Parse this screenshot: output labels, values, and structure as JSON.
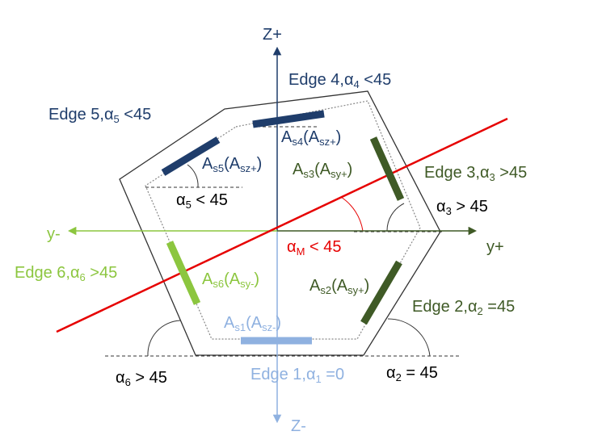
{
  "axes": {
    "z_plus": "Z+",
    "z_minus": "Z-",
    "y_plus": "y+",
    "y_minus": "y-"
  },
  "edges": [
    {
      "name": "Edge 1,",
      "alpha": "α",
      "sub": "1",
      "cond": " =0",
      "color": "#8fb1e0"
    },
    {
      "name": "Edge 2,",
      "alpha": "α",
      "sub": "2",
      "cond": " =45",
      "color": "#3f5a26"
    },
    {
      "name": "Edge 3,",
      "alpha": "α",
      "sub": "3",
      "cond": " >45",
      "color": "#3f5a26"
    },
    {
      "name": "Edge 4,",
      "alpha": "α",
      "sub": "4",
      "cond": " <45",
      "color": "#1f3d6b"
    },
    {
      "name": "Edge 5,",
      "alpha": "α",
      "sub": "5",
      "cond": " <45",
      "color": "#1f3d6b"
    },
    {
      "name": "Edge 6,",
      "alpha": "α",
      "sub": "6",
      "cond": " >45",
      "color": "#8cc63f"
    }
  ],
  "areas": [
    {
      "main": "A",
      "sub1": "s1",
      "paren": "(A",
      "sub2": "sz-",
      "close": ")"
    },
    {
      "main": "A",
      "sub1": "s2",
      "paren": "(A",
      "sub2": "sy+",
      "close": ")"
    },
    {
      "main": "A",
      "sub1": "s3",
      "paren": "(A",
      "sub2": "sy+",
      "close": ")"
    },
    {
      "main": "A",
      "sub1": "s4",
      "paren": "(A",
      "sub2": "sz+",
      "close": ")"
    },
    {
      "main": "A",
      "sub1": "s5",
      "paren": "(A",
      "sub2": "sz+",
      "close": ")"
    },
    {
      "main": "A",
      "sub1": "s6",
      "paren": "(A",
      "sub2": "sy-",
      "close": ")"
    }
  ],
  "angles": {
    "a2": {
      "sym": "α",
      "sub": "2",
      "cond": " = 45"
    },
    "a3": {
      "sym": "α",
      "sub": "3",
      "cond": " > 45"
    },
    "a5": {
      "sym": "α",
      "sub": "5",
      "cond": " < 45"
    },
    "a6": {
      "sym": "α",
      "sub": "6",
      "cond": " > 45"
    },
    "aM": {
      "sym": "α",
      "sub": "M",
      "cond": " < 45"
    }
  },
  "colors": {
    "outline": "#333333",
    "dotted": "#888888",
    "axis_z": "#1f3d6b",
    "axis_z_lower": "#8fb1e0",
    "axis_y": "#8cc63f",
    "axis_y_right": "#3f5a26",
    "red_line": "#e60000"
  }
}
